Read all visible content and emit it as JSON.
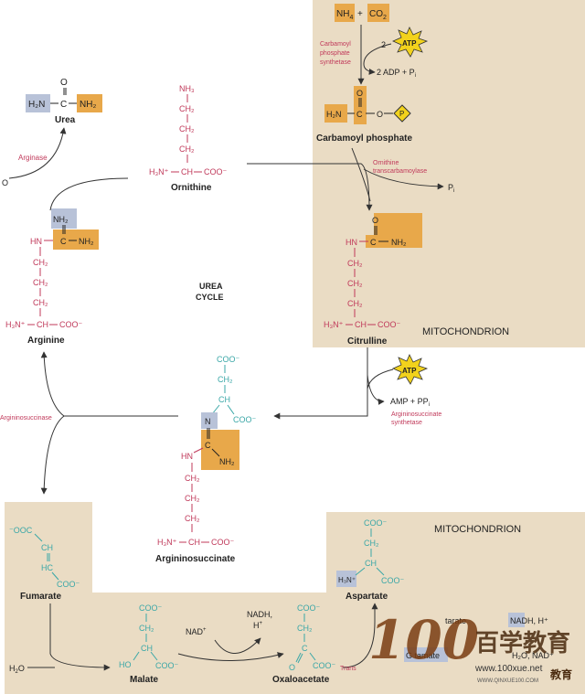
{
  "colors": {
    "panel": "#eadcc4",
    "orange": "#e8a84a",
    "bluebox": "#b8c2d8",
    "pink": "#c0395a",
    "teal": "#3aa7a7",
    "dark": "#222222",
    "arrow": "#333333",
    "atp": "#f2d21c"
  },
  "cycle": {
    "line1": "UREA",
    "line2": "CYCLE"
  },
  "compartments": {
    "mito_top": "MITOCHONDRION",
    "mito_bottom": "MITOCHONDRION"
  },
  "reactants": {
    "nh4": "NH",
    "nh4_sub": "4",
    "plus": "+",
    "co2": "CO",
    "co2_sub": "2"
  },
  "energy": {
    "two": "2",
    "atp": "ATP",
    "adp": "2 ADP + P",
    "adp_sub": "i",
    "atp2": "ATP",
    "amp": "AMP + PP",
    "amp_sub": "i",
    "nad": "NAD",
    "nadh": "NADH,",
    "h": "H",
    "pi": "P",
    "pi_sub": "i",
    "water_left": "O",
    "water_bottom": "H",
    "water_bottom_rest": "O"
  },
  "enzymes": {
    "cps": [
      "Carbamoyl",
      "phosphate",
      "synthetase"
    ],
    "arginase": "Arginase",
    "otc": [
      "Ornithine",
      "transcarbamoylase"
    ],
    "ass": [
      "Argininosuccinate",
      "synthetase"
    ],
    "asl": "Argininosuccinase",
    "trans": "Trans"
  },
  "molecules": {
    "urea": "Urea",
    "ornithine": "Ornithine",
    "carbamoyl_phosphate": "Carbamoyl phosphate",
    "citrulline": "Citrulline",
    "arginine": "Arginine",
    "argininosuccinate": "Argininosuccinate",
    "fumarate": "Fumarate",
    "malate": "Malate",
    "oxaloacetate": "Oxaloacetate",
    "aspartate": "Aspartate"
  },
  "groups": {
    "h2n": "H₂N",
    "nh2": "NH₂",
    "nh3": "NH₃",
    "c": "C",
    "o": "O",
    "p": "P",
    "hn": "HN",
    "n": "N",
    "ch2": "CH₂",
    "ch": "CH",
    "coo": "COO⁻",
    "ooc": "⁻OOC",
    "hc": "HC",
    "ho": "HO",
    "h3n": "H₃N⁺"
  },
  "right_fragment": {
    "tarate": "tarate",
    "nadh_h": "NADH, H⁺",
    "h2o_nad": "H₂O, NAD⁺",
    "glutamate": "G  tamate"
  },
  "watermark": {
    "big": "100",
    "cn": "百学教育",
    "url": "www.100xue.net",
    "url2": "WWW.QINXUE100.COM",
    "small": "教育"
  }
}
